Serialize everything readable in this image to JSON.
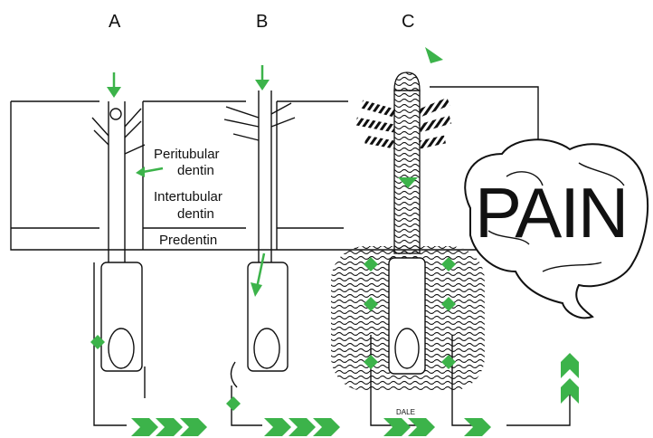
{
  "panels": [
    {
      "label": "A"
    },
    {
      "label": "B"
    },
    {
      "label": "C"
    }
  ],
  "layers": {
    "peritubular": "Peritubular dentin",
    "peritubular_line1": "Peritubular",
    "peritubular_line2": "dentin",
    "intertubular_line1": "Intertubular",
    "intertubular_line2": "dentin",
    "predentin": "Predentin"
  },
  "brain_label": "PAIN",
  "signature": "DALE",
  "colors": {
    "signal_green": "#3cb34a",
    "line_black": "#111111"
  },
  "icons": [
    "stimulus-arrow",
    "nerve-signal-chevron",
    "brain-outline",
    "fluid-flow-hatching"
  ]
}
